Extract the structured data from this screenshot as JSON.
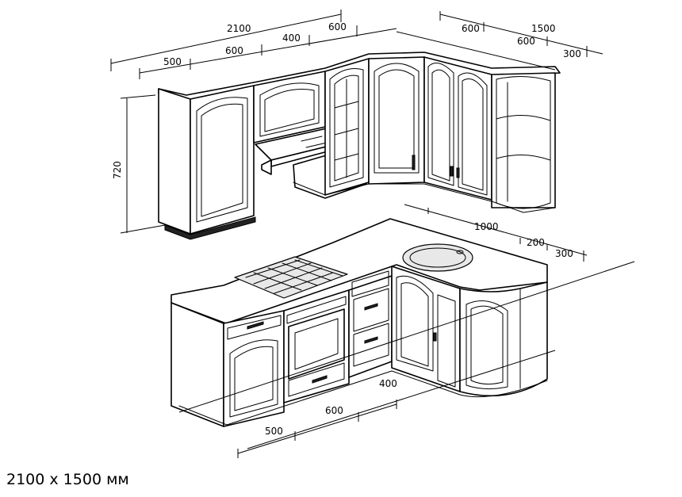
{
  "caption": "2100 x 1500 мм",
  "dimensions": {
    "upper_total": "2100",
    "upper_seg_a": "500",
    "upper_seg_b": "600",
    "upper_seg_c": "400",
    "upper_seg_d": "600",
    "upper_side_total": "1500",
    "upper_side_a": "600",
    "upper_side_b": "600",
    "upper_side_c": "300",
    "upper_height": "720",
    "lower_side_total": "1000",
    "lower_side_a": "200",
    "lower_side_b": "300",
    "lower_front_a": "500",
    "lower_front_b": "600",
    "lower_front_c": "400"
  }
}
